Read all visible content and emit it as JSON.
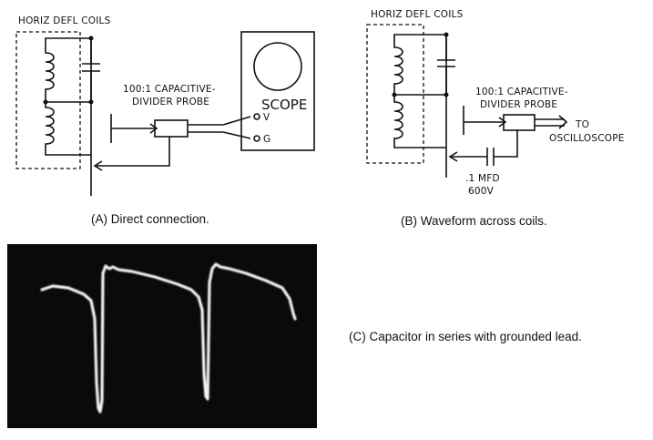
{
  "panel_a": {
    "coil_label": "HORIZ DEFL COILS",
    "probe_label_line1": "100:1 CAPACITIVE-",
    "probe_label_line2": "DIVIDER PROBE",
    "scope_label": "SCOPE",
    "terminal_v": "V",
    "terminal_g": "G",
    "caption": "(A) Direct connection."
  },
  "panel_b": {
    "coil_label": "HORIZ DEFL COILS",
    "probe_label_line1": "100:1 CAPACITIVE-",
    "probe_label_line2": "DIVIDER PROBE",
    "to_label_line1": "TO",
    "to_label_line2": "OSCILLOSCOPE",
    "cap_value_line1": ".1 MFD",
    "cap_value_line2": "600V",
    "caption": "(B) Waveform across coils."
  },
  "panel_c": {
    "caption": "(C) Capacitor in series with grounded lead.",
    "colors": {
      "screen": "#0a0a0a",
      "trace": "#f2f2f2"
    }
  }
}
